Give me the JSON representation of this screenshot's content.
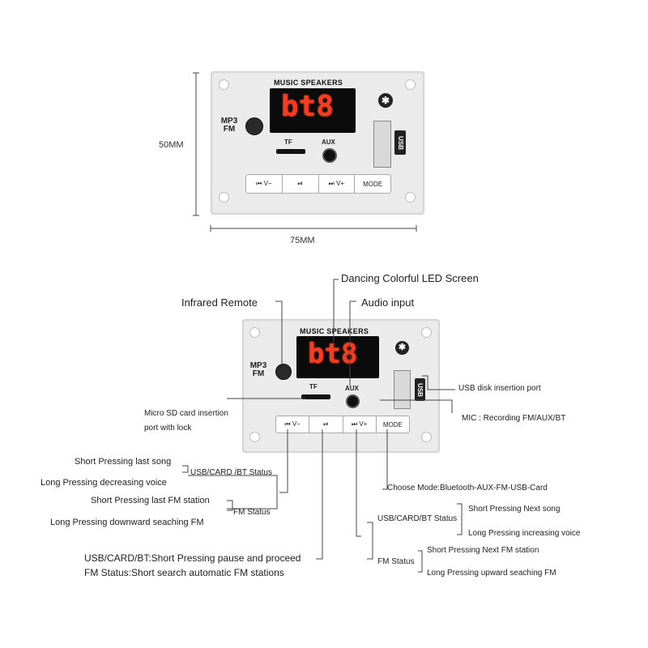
{
  "dimensions": {
    "height": "50MM",
    "width": "75MM"
  },
  "board": {
    "title": "MUSIC SPEAKERS",
    "mp3_fm": "MP3\nFM",
    "tf_label": "TF",
    "aux_label": "AUX",
    "usb_label": "USB",
    "bluetooth_glyph": "✱",
    "display_text": "bt8",
    "buttons": [
      "⏮ V−",
      "⏯",
      "⏭ V+",
      "MODE"
    ]
  },
  "callouts": {
    "led_screen": "Dancing Colorful LED Screen",
    "infrared": "Infrared Remote",
    "audio_input": "Audio input",
    "usb_port": "USB disk insertion port",
    "mic": "MIC : Recording FM/AUX/BT",
    "sd_line1": "Micro SD card insertion",
    "sd_line2": "port with lock",
    "short_last_song": "Short Pressing last song",
    "long_decrease": "Long Pressing decreasing voice",
    "usb_card_bt_status": "USB/CARD /BT Status",
    "short_last_fm": "Short Pressing last FM station",
    "long_down_fm": "Long Pressing downward seaching FM",
    "fm_status_left": "FM Status",
    "play_line1": "USB/CARD/BT:Short Pressing pause and proceed",
    "play_line2": "FM Status:Short search automatic FM stations",
    "choose_mode": "Choose Mode:Bluetooth-AUX-FM-USB-Card",
    "usb_card_bt_status_right": "USB/CARD/BT Status",
    "short_next_song": "Short Pressing Next song",
    "long_increase": "Long  Pressing increasing voice",
    "fm_status_right": "FM Status",
    "short_next_fm": "Short Pressing Next FM station",
    "long_up_fm": "Long Pressing upward seaching FM"
  }
}
